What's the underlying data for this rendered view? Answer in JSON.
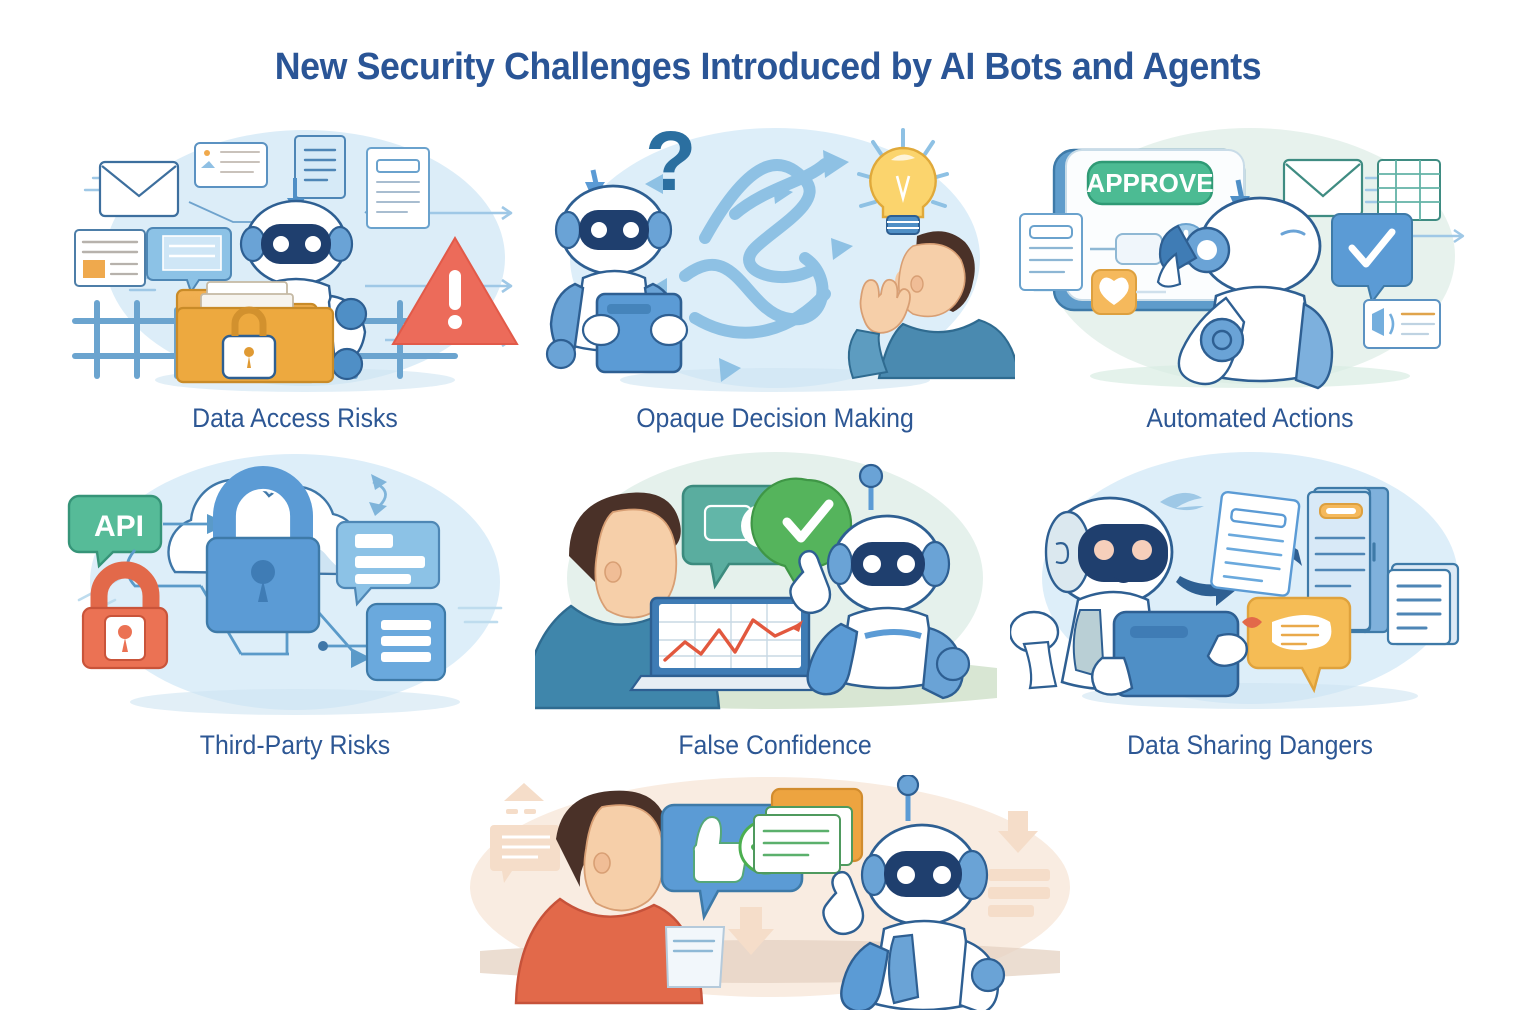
{
  "header": {
    "title": "New Security Challenges Introduced by AI Bots and Agents",
    "title_color": "#2a5596"
  },
  "theme": {
    "caption_color": "#2d5794",
    "blob_blue": "#dceef8",
    "blob_mint": "#e6f2ec",
    "blob_cream": "#f9ece1",
    "robot_body": "#ffffff",
    "robot_accent": "#5b9bd5",
    "robot_visor": "#1f3f6e",
    "folder_orange": "#eda13c",
    "warning_red": "#ec6b5a",
    "approve_green": "#4cbb93",
    "check_green": "#4caf50",
    "bubble_yellow": "#f2b544",
    "skin": "#f4c9a3",
    "shirt_blue": "#4a8ab0",
    "shirt_orange": "#e2694a"
  },
  "panels": [
    {
      "id": "p1",
      "caption": "Data Access Risks",
      "blob": "blue",
      "icons": [
        "envelope-icon",
        "document-icon",
        "notification-card-icon",
        "chat-bubble-icon",
        "article-card-icon",
        "locked-folder-icon",
        "warning-triangle-icon",
        "fence-icon",
        "robot-icon",
        "arrow-icon"
      ]
    },
    {
      "id": "p2",
      "caption": "Opaque Decision Making",
      "blob": "blue",
      "icons": [
        "robot-icon",
        "tablet-icon",
        "question-mark-icon",
        "tangled-arrows-icon",
        "lightbulb-icon",
        "person-icon",
        "raised-hand-icon"
      ]
    },
    {
      "id": "p3",
      "caption": "Automated Actions",
      "blob": "mint",
      "icons": [
        "tablet-icon",
        "approve-button",
        "plus-icon",
        "shield-heart-icon",
        "document-icon",
        "envelope-icon",
        "spreadsheet-icon",
        "checkmark-card-icon",
        "notification-card-icon",
        "robot-icon",
        "arrow-icon"
      ],
      "labels": {
        "approve": "APPROVE"
      }
    },
    {
      "id": "p4",
      "caption": "Third-Party Risks",
      "blob": "blue",
      "icons": [
        "api-badge",
        "cloud-icon",
        "blue-padlock-icon",
        "red-padlock-icon",
        "chat-bubble-icon",
        "document-card-icon",
        "arrow-icon",
        "sync-arrows-icon"
      ],
      "labels": {
        "api": "API"
      }
    },
    {
      "id": "p5",
      "caption": "False Confidence",
      "blob": "mint",
      "icons": [
        "person-icon",
        "laptop-icon",
        "line-chart-icon",
        "toggle-bubble-icon",
        "check-bubble-icon",
        "robot-icon",
        "pointing-hand-icon"
      ]
    },
    {
      "id": "p6",
      "caption": "Data Sharing Dangers",
      "blob": "blue",
      "icons": [
        "robot-icon",
        "tablet-icon",
        "document-icon",
        "exchange-arrows-icon",
        "yellow-chat-bubble-icon",
        "file-cabinet-icon",
        "paper-plane-icon"
      ]
    },
    {
      "id": "p7",
      "caption": "",
      "blob": "cream",
      "icons": [
        "person-icon",
        "thumbs-up-bubble-icon",
        "check-icon",
        "stacked-cards-icon",
        "robot-icon",
        "pointing-hand-icon",
        "up-arrow-icon",
        "down-arrow-icon",
        "right-arrow-icon",
        "document-icon"
      ]
    }
  ]
}
